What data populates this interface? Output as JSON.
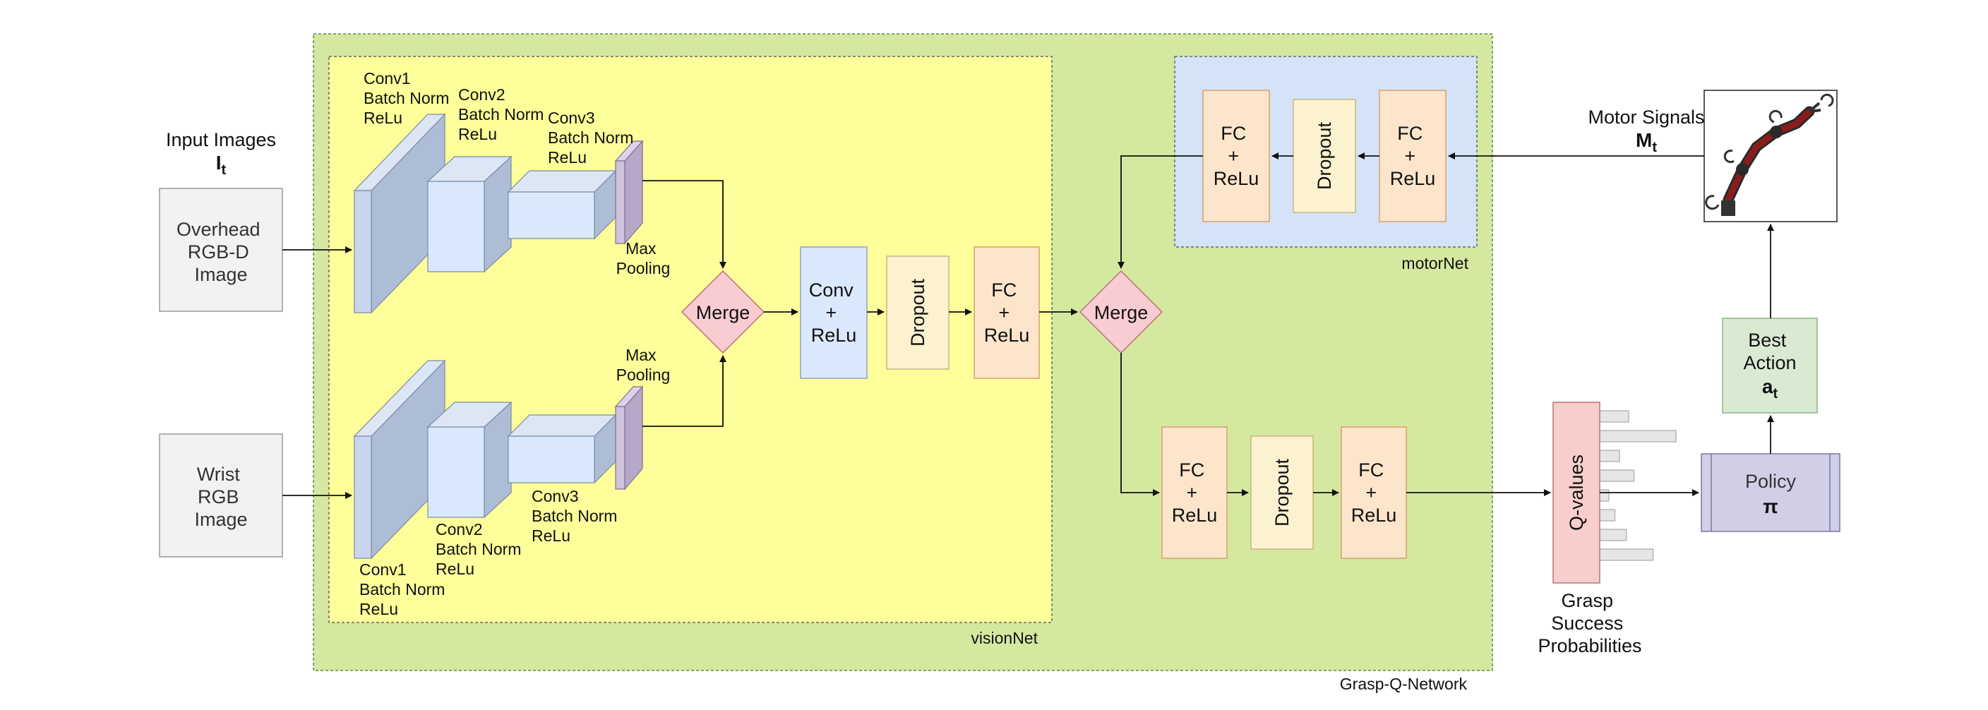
{
  "input": {
    "title": "Input Images",
    "symbol": "I",
    "symbol_sub": "t",
    "overhead": [
      "Overhead",
      "RGB-D",
      "Image"
    ],
    "wrist": [
      "Wrist",
      "RGB",
      "Image"
    ]
  },
  "vision_net": {
    "label": "visionNet",
    "top_conv1": [
      "Conv1",
      "Batch Norm",
      "ReLu"
    ],
    "top_conv2": [
      "Conv2",
      "Batch Norm",
      "ReLu"
    ],
    "top_conv3": [
      "Conv3",
      "Batch Norm",
      "ReLu"
    ],
    "top_pool": [
      "Max",
      "Pooling"
    ],
    "bottom_pool": [
      "Max",
      "Pooling"
    ],
    "bottom_conv3": [
      "Conv3",
      "Batch Norm",
      "ReLu"
    ],
    "bottom_conv2": [
      "Conv2",
      "Batch Norm",
      "ReLu"
    ],
    "bottom_conv1": [
      "Conv1",
      "Batch Norm",
      "ReLu"
    ],
    "merge": "Merge",
    "conv": [
      "Conv",
      "+",
      "ReLu"
    ],
    "dropout": "Dropout",
    "fc": [
      "FC",
      "+",
      "ReLu"
    ]
  },
  "motor_net": {
    "label": "motorNet",
    "fc_left": [
      "FC",
      "+",
      "ReLu"
    ],
    "dropout": "Dropout",
    "fc_right": [
      "FC",
      "+",
      "ReLu"
    ]
  },
  "head": {
    "merge": "Merge",
    "fc1": [
      "FC",
      "+",
      "ReLu"
    ],
    "dropout": "Dropout",
    "fc2": [
      "FC",
      "+",
      "ReLu"
    ]
  },
  "grasp_q_network_label": "Grasp-Q-Network",
  "motor_signals": {
    "title": "Motor Signals",
    "symbol": "M",
    "symbol_sub": "t"
  },
  "qvalues": {
    "label": "Q-values",
    "caption": [
      "Grasp",
      "Success",
      "Probabilities"
    ],
    "bars": [
      0.38,
      1.0,
      0.26,
      0.45,
      0.12,
      0.2,
      0.35,
      0.7
    ]
  },
  "policy": {
    "label": "Policy",
    "symbol": "π"
  },
  "best_action": {
    "lines": [
      "Best",
      "Action"
    ],
    "symbol": "a",
    "symbol_sub": "t"
  },
  "colors": {
    "outer_green": "#d5e8a0",
    "vision_yellow": "#fefe9a",
    "motor_blue": "#d4e3f7",
    "merge_pink": "#f8ccd0",
    "fc_orange": "#fde5cc",
    "dropout_cream": "#fdf2d0",
    "conv_blue": "#dae8fc",
    "policy_lavender": "#d0cfe6",
    "action_green": "#d9ead3",
    "qvalue_pink": "#f8cecc"
  }
}
